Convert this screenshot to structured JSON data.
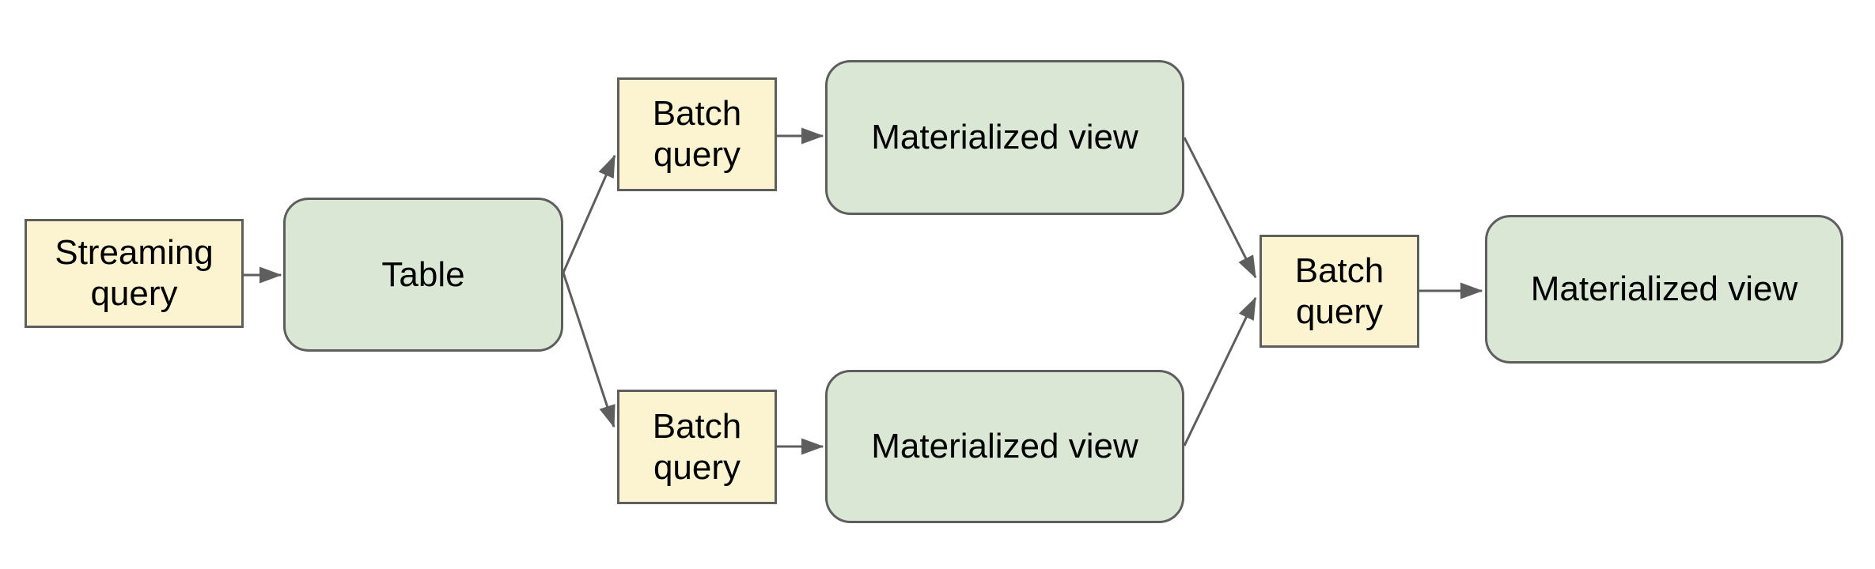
{
  "diagram": {
    "background": "#ffffff",
    "colors": {
      "query_fill": "#fcf3d1",
      "table_view_fill": "#d9e7d4",
      "border": "#5e5e5e",
      "arrow": "#5e5e5e",
      "text": "#000000"
    },
    "nodes": [
      {
        "id": "streaming-query",
        "label": "Streaming query",
        "kind": "query"
      },
      {
        "id": "table",
        "label": "Table",
        "kind": "table"
      },
      {
        "id": "batch-query-top",
        "label": "Batch query",
        "kind": "query"
      },
      {
        "id": "materialized-view-top",
        "label": "Materialized view",
        "kind": "view"
      },
      {
        "id": "batch-query-bottom",
        "label": "Batch query",
        "kind": "query"
      },
      {
        "id": "materialized-view-bottom",
        "label": "Materialized view",
        "kind": "view"
      },
      {
        "id": "batch-query-right",
        "label": "Batch query",
        "kind": "query"
      },
      {
        "id": "materialized-view-right",
        "label": "Materialized view",
        "kind": "view"
      }
    ],
    "edges": [
      {
        "from": "streaming-query",
        "to": "table"
      },
      {
        "from": "table",
        "to": "batch-query-top"
      },
      {
        "from": "table",
        "to": "batch-query-bottom"
      },
      {
        "from": "batch-query-top",
        "to": "materialized-view-top"
      },
      {
        "from": "batch-query-bottom",
        "to": "materialized-view-bottom"
      },
      {
        "from": "materialized-view-top",
        "to": "batch-query-right"
      },
      {
        "from": "materialized-view-bottom",
        "to": "batch-query-right"
      },
      {
        "from": "batch-query-right",
        "to": "materialized-view-right"
      }
    ]
  }
}
